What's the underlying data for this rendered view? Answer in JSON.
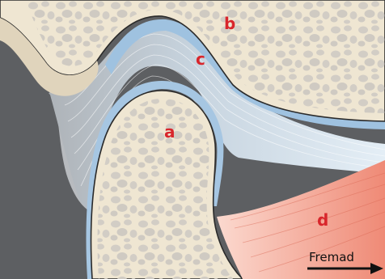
{
  "labels": {
    "a": "a",
    "b": "b",
    "c": "c",
    "d": "d"
  },
  "direction": {
    "text": "Fremad"
  },
  "colors": {
    "label": "#d8262c",
    "bone": "#efe6d2",
    "bone_pore": "#cfcac2",
    "disc": "#dce8f2",
    "tissue": "#b9bcc0",
    "cavity": "#5a5c5f",
    "muscle": "#f08f7c",
    "cartilage": "#9cc0e0",
    "outline": "#222222"
  }
}
